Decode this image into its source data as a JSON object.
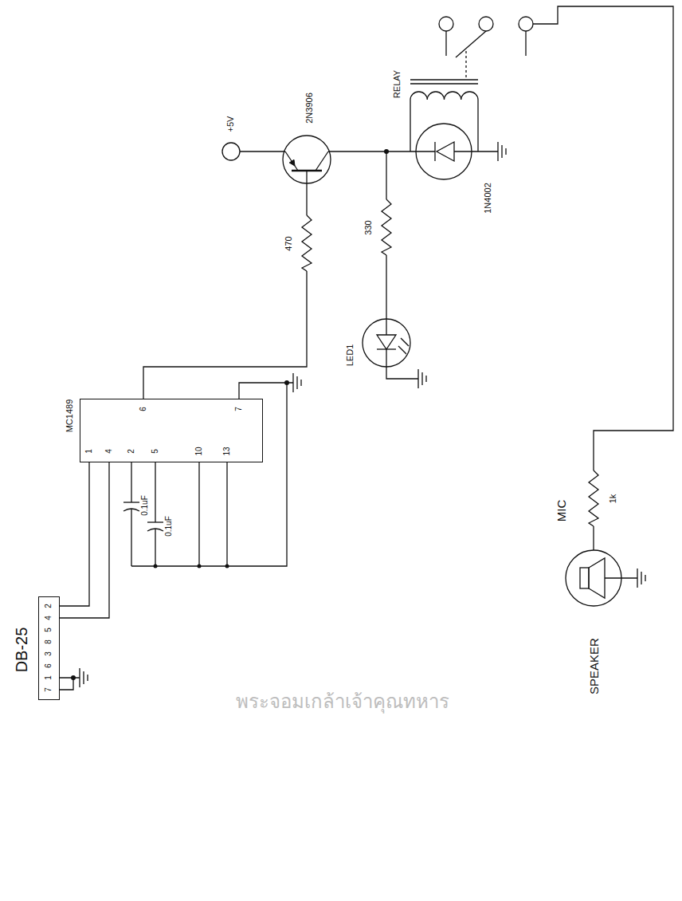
{
  "diagram": {
    "nodes": [
      {
        "text": [
          "DB-25",
          "2",
          "4",
          "5",
          "8",
          "3",
          "6",
          "1",
          "7"
        ]
      },
      {
        "text": [
          "MC1489",
          "1",
          "4",
          "2",
          "5",
          "10",
          "13",
          "6",
          "7"
        ]
      }
    ],
    "edges": [
      {
        "from": 0,
        "to": 1,
        "arrow": "none"
      },
      {
        "from": 0,
        "to": 1,
        "arrow": "none"
      }
    ],
    "labels": [
      "+5V",
      "2N3906",
      "RELAY",
      "1N4002",
      "470",
      "330",
      "LED1",
      "0.1uF",
      "0.1uF",
      "1k",
      "MIC",
      "SPEAKER",
      "พระจอมเกล้าเจ้าคุณทหาร"
    ]
  }
}
